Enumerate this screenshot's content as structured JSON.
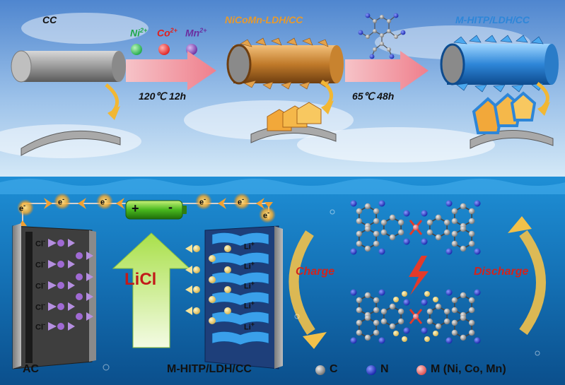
{
  "top": {
    "cc_label": "CC",
    "ni_label": "Ni",
    "ni_charge": "2+",
    "co_label": "Co",
    "co_charge": "2+",
    "mn_label": "Mn",
    "mn_charge": "2+",
    "step1_condition": "120℃ 12h",
    "ldh_label": "NiCoMn-LDH/CC",
    "step2_condition": "65℃  48h",
    "mhitp_label": "M-HITP/LDH/CC"
  },
  "device": {
    "electron": "e",
    "electron_charge": "-",
    "battery_plus": "+",
    "battery_minus": "-",
    "cl_ion": "Cl",
    "cl_charge": "-",
    "li_ion": "Li",
    "li_charge": "+",
    "electrolyte": "LiCl",
    "ac_label": "AC",
    "mhitp_bottom_label": "M-HITP/LDH/CC"
  },
  "mechanism": {
    "charge_label": "Charge",
    "discharge_label": "Discharge"
  },
  "legend": {
    "c_label": "C",
    "n_label": "N",
    "m_label": "M (Ni, Co, Mn)"
  },
  "colors": {
    "ni": "#1ea84a",
    "co": "#e0201e",
    "mn": "#6b2fa0",
    "ldh_text": "#e89a2c",
    "mhitp_text": "#2e86d8",
    "charge_text": "#d4231c",
    "arrow_pink": "#f2a0a8",
    "arrow_yellow": "#f2c14a",
    "sea": "#1c7fc4"
  }
}
